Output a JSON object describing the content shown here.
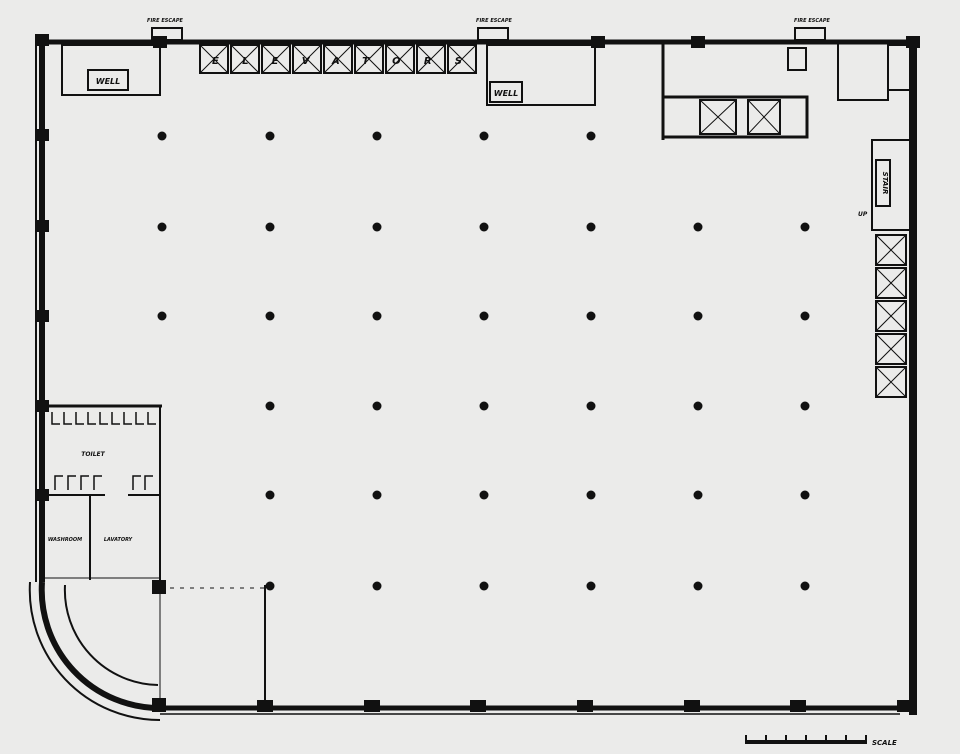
{
  "labels": {
    "fire_escape": "FIRE ESCAPE",
    "well": "WELL",
    "elevators": "ELEVATORS",
    "stair": "STAIR",
    "toilet": "TOILET",
    "lavatory": "LAVATORY",
    "washroom": "WASHROOM",
    "scale": "SCALE",
    "up": "UP"
  },
  "colors": {
    "ink": "#111111",
    "paper": "#ebebea"
  }
}
